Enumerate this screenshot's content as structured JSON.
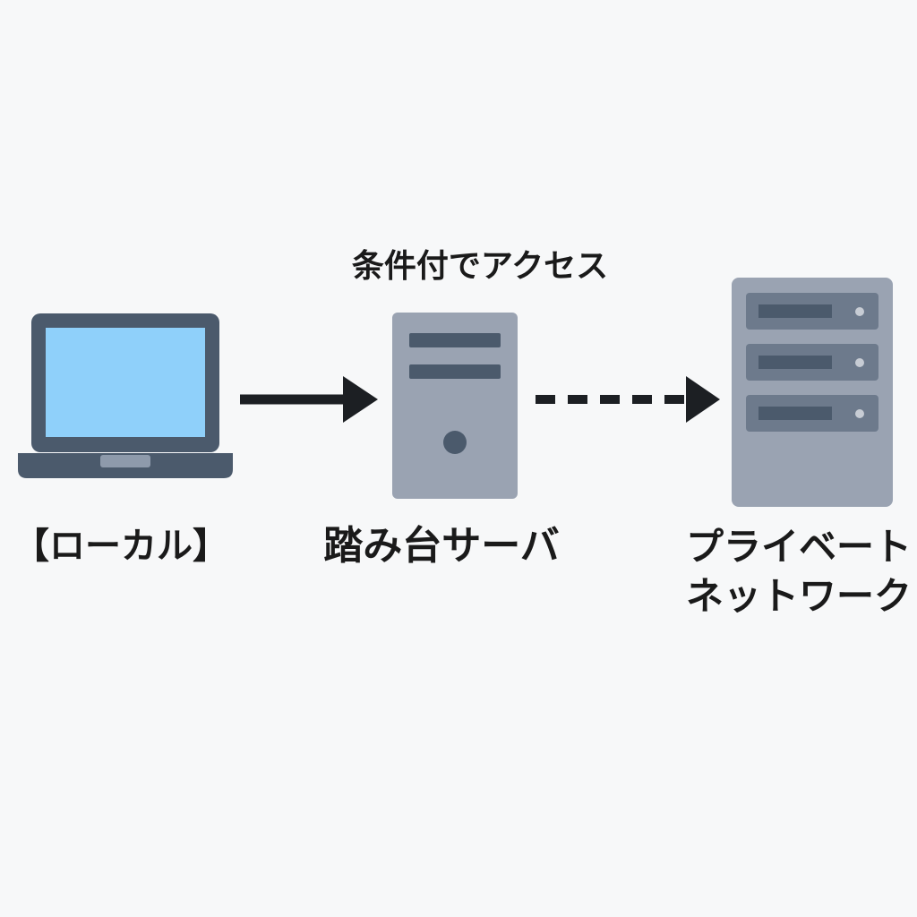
{
  "labels": {
    "access_condition": "条件付でアクセス",
    "local": "【ローカル】",
    "bastion_server": "踏み台サーバ",
    "private_network_line1": "プライベート",
    "private_network_line2": "ネットワーク"
  },
  "connections": [
    {
      "from": "local",
      "to": "bastion_server",
      "style": "solid"
    },
    {
      "from": "bastion_server",
      "to": "private_network",
      "style": "dashed"
    }
  ],
  "icons": {
    "local": "laptop-icon",
    "bastion_server": "tower-server-icon",
    "private_network": "rack-server-icon"
  },
  "colors": {
    "background": "#f7f8f9",
    "device_dark": "#4b5a6c",
    "screen": "#8fd0fa",
    "server_body": "#9aa3b2",
    "server_slot": "#4b5a6c",
    "arrow": "#1c1f23",
    "text": "#1a1a1a"
  }
}
